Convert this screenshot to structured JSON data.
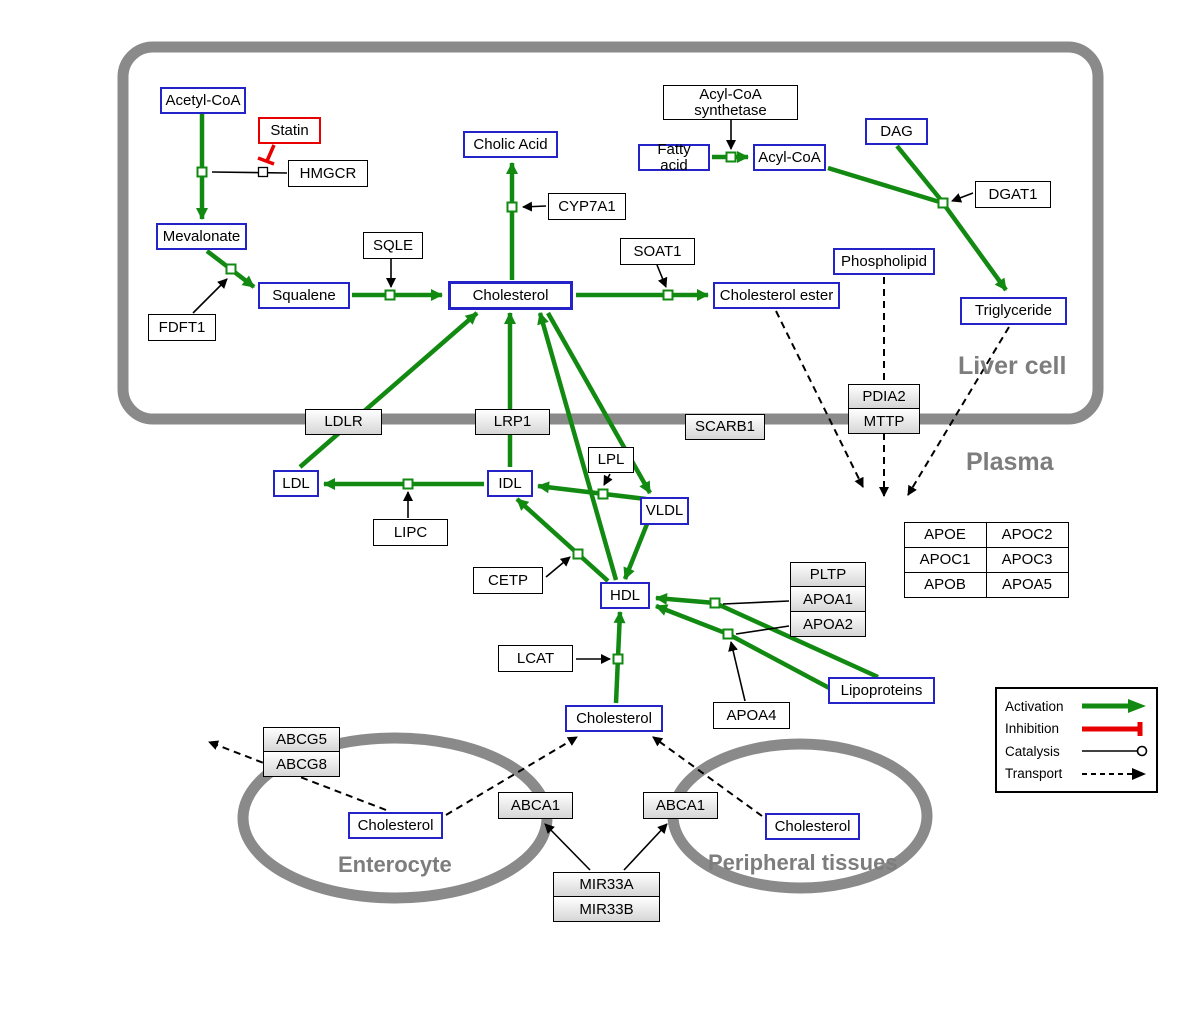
{
  "regions": {
    "liver_cell": "Liver cell",
    "plasma": "Plasma",
    "enterocyte": "Enterocyte",
    "peripheral_tissues": "Peripheral tissues"
  },
  "nodes": {
    "acetyl_coa": "Acetyl-CoA",
    "statin": "Statin",
    "hmgcr": "HMGCR",
    "mevalonate": "Mevalonate",
    "fdft1": "FDFT1",
    "squalene": "Squalene",
    "sqle": "SQLE",
    "cholic_acid": "Cholic Acid",
    "cyp7a1": "CYP7A1",
    "cholesterol_liver": "Cholesterol",
    "soat1": "SOAT1",
    "cholesterol_ester": "Cholesterol ester",
    "acyl_coa_synthetase": "Acyl-CoA synthetase",
    "fatty_acid": "Fatty acid",
    "acyl_coa": "Acyl-CoA",
    "dag": "DAG",
    "dgat1": "DGAT1",
    "phospholipid": "Phospholipid",
    "triglyceride": "Triglyceride",
    "ldlr": "LDLR",
    "lrp1": "LRP1",
    "scarb1": "SCARB1",
    "pdia2": "PDIA2",
    "mttp": "MTTP",
    "ldl": "LDL",
    "idl": "IDL",
    "lpl": "LPL",
    "vldl": "VLDL",
    "lipc": "LIPC",
    "cetp": "CETP",
    "hdl": "HDL",
    "pltp": "PLTP",
    "apoa1": "APOA1",
    "apoa2": "APOA2",
    "lcat": "LCAT",
    "apoa4": "APOA4",
    "lipoproteins": "Lipoproteins",
    "cholesterol_plasma": "Cholesterol",
    "abcg5": "ABCG5",
    "abcg8": "ABCG8",
    "cholesterol_enterocyte": "Cholesterol",
    "abca1_enterocyte": "ABCA1",
    "abca1_peripheral": "ABCA1",
    "cholesterol_peripheral": "Cholesterol",
    "mir33a": "MIR33A",
    "mir33b": "MIR33B"
  },
  "apo_table": [
    [
      "APOE",
      "APOC2"
    ],
    [
      "APOC1",
      "APOC3"
    ],
    [
      "APOB",
      "APOA5"
    ]
  ],
  "legend": {
    "activation": "Activation",
    "inhibition": "Inhibition",
    "catalysis": "Catalysis",
    "transport": "Transport"
  },
  "colors": {
    "activation_green": "#128a12",
    "inhibition_red": "#e80000",
    "metabolite_border_blue": "#2323c8",
    "drug_border_red": "#e80000",
    "membrane_gray": "#8a8a8a"
  }
}
